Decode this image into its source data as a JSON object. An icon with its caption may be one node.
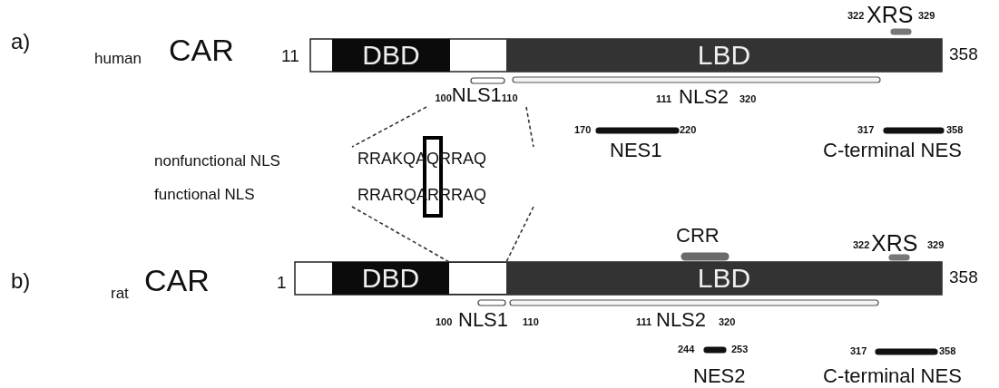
{
  "diagram": {
    "nodes": [
      {
        "text": [
          "DBD"
        ]
      },
      {
        "text": [
          "LBD"
        ]
      },
      {
        "text": [
          "DBD"
        ]
      },
      {
        "text": [
          "LBD"
        ]
      },
      {
        "text": [
          "RRAKQAQRRAQ",
          "RRARQARRRAQ"
        ]
      },
      {
        "text": [
          "NLS1"
        ],
        "beside": [
          "100",
          "110"
        ]
      },
      {
        "text": [],
        "shape": "box"
      }
    ],
    "edges": [
      {
        "from": 5,
        "to": 4,
        "arrow": "none",
        "style": "dashed"
      },
      {
        "from": 5,
        "to": 4,
        "arrow": "none",
        "style": "dashed"
      },
      {
        "from": 4,
        "to": 6,
        "arrow": "none",
        "style": "dashed"
      },
      {
        "from": 4,
        "to": 6,
        "arrow": "none",
        "style": "dashed"
      }
    ],
    "labels": [
      "a)",
      "human",
      "CAR",
      "11",
      "358",
      "322",
      "XRS",
      "329",
      "111",
      "NLS2",
      "320",
      "170",
      "220",
      "NES1",
      "317",
      "358",
      "C-terminal NES",
      "nonfunctional NLS",
      "functional NLS",
      "b)",
      "rat",
      "CAR",
      "1",
      "CRR",
      "322",
      "XRS",
      "329",
      "358",
      "100",
      "NLS1",
      "110",
      "111",
      "NLS2",
      "320",
      "244",
      "253",
      "NES2",
      "317",
      "358",
      "C-terminal NES"
    ]
  }
}
